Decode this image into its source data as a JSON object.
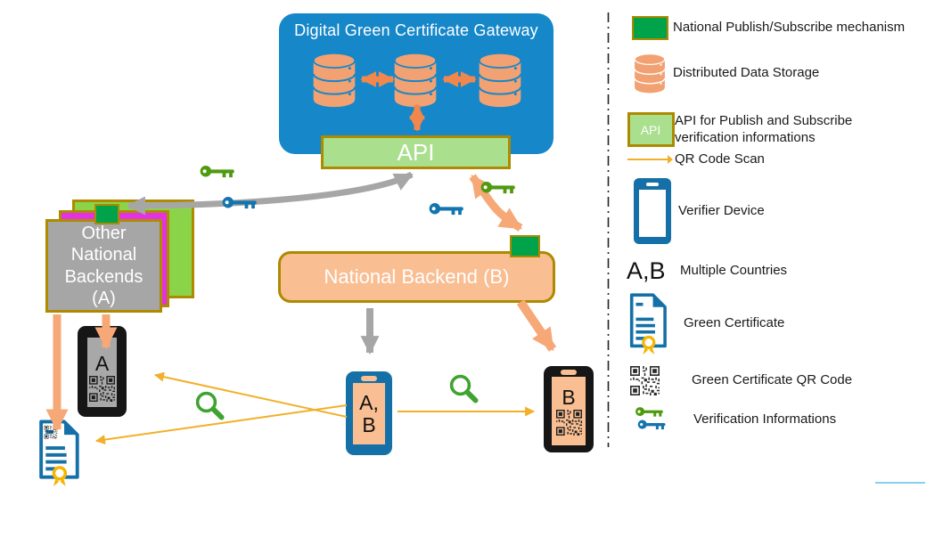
{
  "diagram": {
    "gateway_title": "Digital Green Certificate Gateway",
    "api_label": "API",
    "other_backends_label": "Other National Backends (A)",
    "backend_b_label": "National Backend (B)",
    "phone_a_letter": "A",
    "phone_ab_line1": "A,",
    "phone_ab_line2": "B",
    "phone_b_letter": "B"
  },
  "legend": {
    "rows": [
      {
        "label": "National Publish/Subscribe mechanism"
      },
      {
        "label": "Distributed Data Storage"
      },
      {
        "label": "API for Publish and Subscribe verification informations",
        "icon_text": "API"
      },
      {
        "label": "QR Code Scan"
      },
      {
        "label": "Verifier Device"
      },
      {
        "label": "Multiple Countries",
        "symbol": "A,B"
      },
      {
        "label": "Green Certificate"
      },
      {
        "label": "Green Certificate QR Code"
      },
      {
        "label": "Verification Informations"
      }
    ]
  },
  "colors": {
    "gateway_blue": "#1687C9",
    "storage_orange": "#F2A172",
    "db_arrow": "#F0874D",
    "api_green": "#A9DF8D",
    "olive_border": "#AD8A00",
    "pubsub_green": "#00A24A",
    "backend_orange": "#F9BE92",
    "magenta": "#E431E4",
    "stack_green": "#8BD44A",
    "gray": "#A6A6A6",
    "arrow_orange": "#F6A877",
    "qr_scan_yellow": "#F2AF29",
    "key_green": "#4F9A0E",
    "key_blue": "#1374AE",
    "mag_green": "#3FA32F",
    "device_blue": "#1470A6",
    "seal_gold": "#F7B500",
    "footer_line_blue": "#86CFF0"
  }
}
